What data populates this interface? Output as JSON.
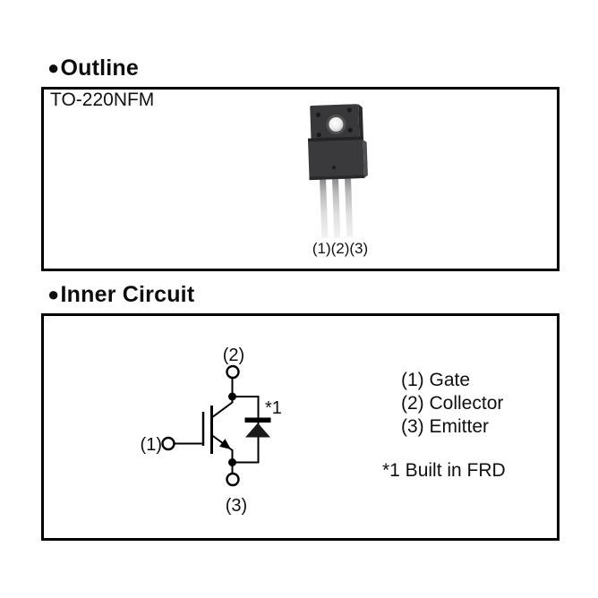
{
  "colors": {
    "ink": "#000000",
    "frame_border": "#000000",
    "package_body": "#3a3a3c",
    "package_side": "#4e4e50",
    "package_leg": "#d9d9d9"
  },
  "outline_section": {
    "bullet": "●",
    "title": "Outline",
    "package_name": "TO-220NFM",
    "pins_label": "(1)(2)(3)"
  },
  "inner_circuit_section": {
    "bullet": "●",
    "title": "Inner Circuit",
    "diagram": {
      "pin1": "(1)",
      "pin2": "(2)",
      "pin3": "(3)",
      "note_ref": "*1"
    },
    "legend": {
      "items": [
        "(1) Gate",
        "(2) Collector",
        "(3) Emitter"
      ],
      "note": "*1 Built in FRD"
    }
  }
}
